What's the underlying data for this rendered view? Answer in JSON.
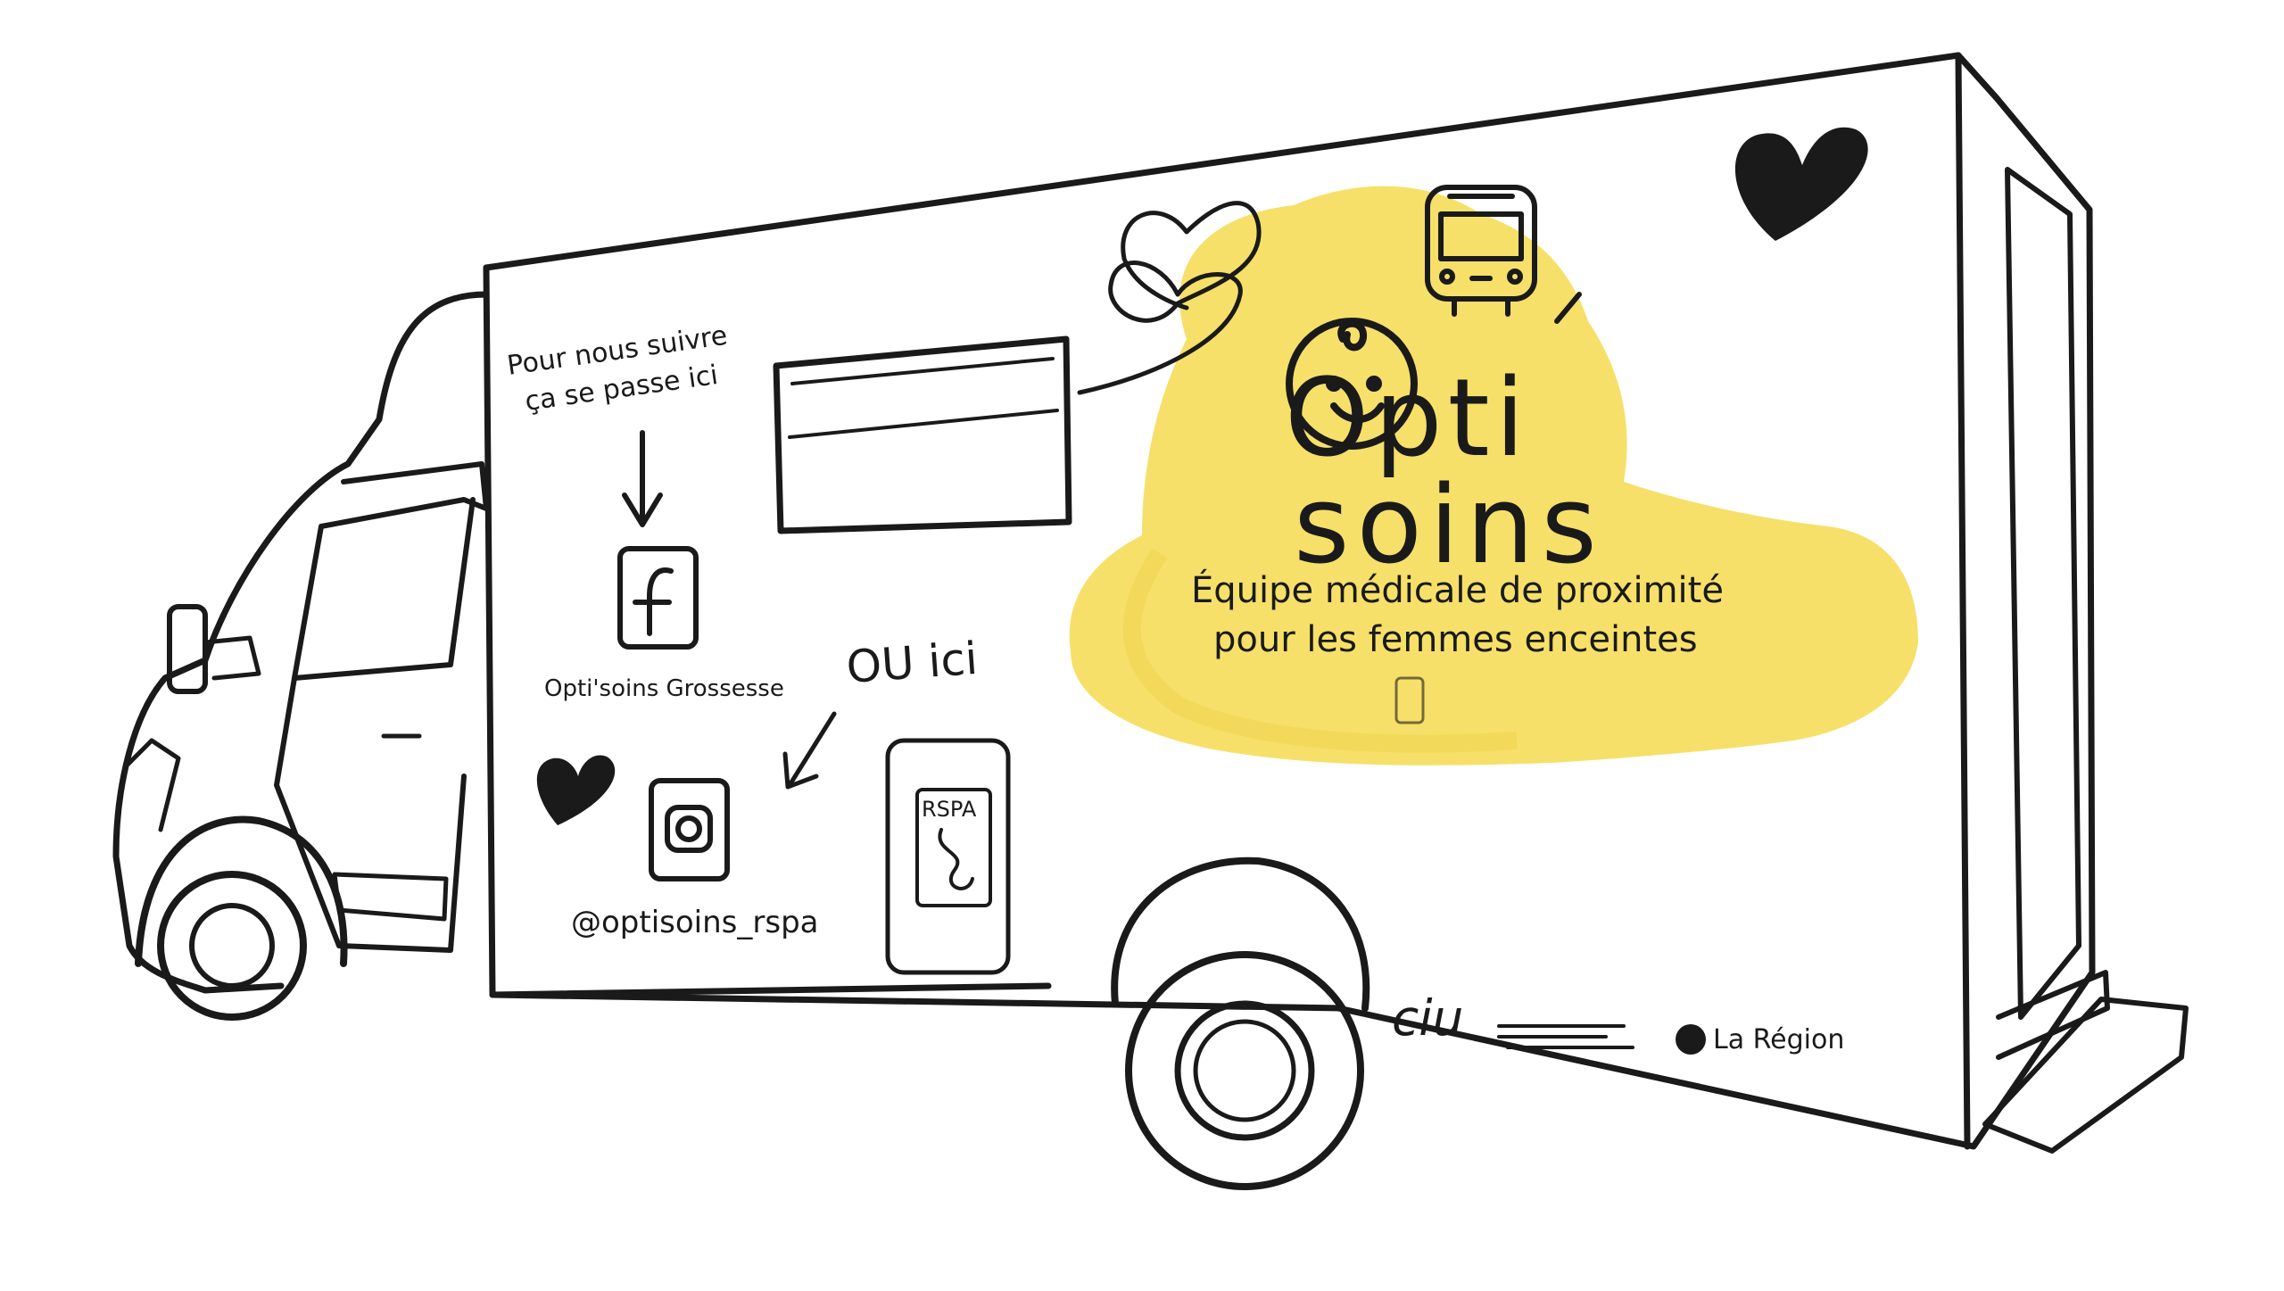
{
  "illustration": {
    "follow_text_line1": "Pour nous suivre",
    "follow_text_line2": "ça se passe ici",
    "facebook_label": "Opti'soins Grossesse",
    "or_here": "OU ici",
    "instagram_handle": "@optisoins_rspa",
    "badge_text": "RSPA",
    "logo_line1": "Opti",
    "logo_line2": "soins",
    "tagline_line1": "Équipe médicale de proximité",
    "tagline_line2": "pour les femmes enceintes",
    "region_label": "La Région",
    "cpam_mark": "ciu"
  },
  "colors": {
    "ink": "#1a1a1a",
    "yellow": "#f5dd5c",
    "background": "#ffffff"
  },
  "icons": [
    "facebook-icon",
    "instagram-icon",
    "heart-icon",
    "bus-icon",
    "arrow-down-icon",
    "baby-face-icon"
  ]
}
